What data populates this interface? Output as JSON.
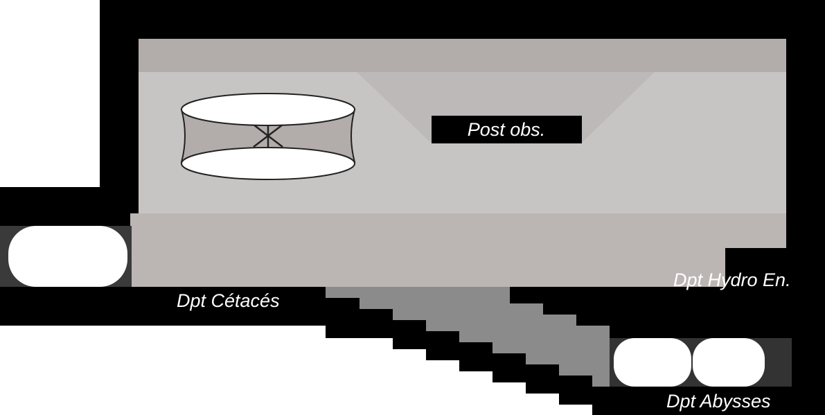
{
  "map": {
    "room_label": "Post obs.",
    "departments": [
      {
        "id": "cetaces",
        "label": "Dpt Cétacés"
      },
      {
        "id": "hydro",
        "label": "Dpt Hydro En."
      },
      {
        "id": "abysses",
        "label": "Dpt Abysses"
      }
    ]
  },
  "colors": {
    "background": "#000000",
    "void": "#ffffff",
    "room_top_band": "#b2acab",
    "room_floor": "#c7c5c3",
    "room_bottom_band": "#bbb6b4",
    "corridor": "#8a8a8a",
    "label_box": "#000000",
    "label_text": "#ffffff"
  }
}
